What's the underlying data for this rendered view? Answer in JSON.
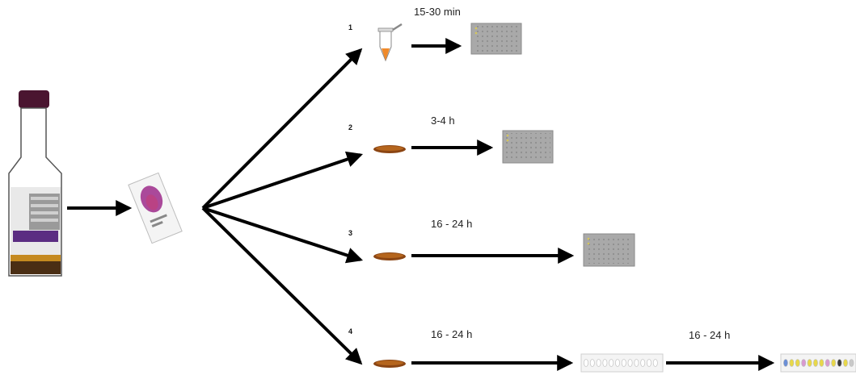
{
  "paths": [
    {
      "number": "1",
      "time": "15-30 min",
      "start": "tube",
      "end": "plate"
    },
    {
      "number": "2",
      "time": "3-4 h",
      "start": "dish",
      "end": "plate"
    },
    {
      "number": "3",
      "time": "16 - 24 h",
      "start": "dish",
      "end": "plate"
    },
    {
      "number": "4",
      "time": "16 - 24 h",
      "start": "dish",
      "end": "strip",
      "second_time": "16 - 24 h",
      "second_end": "colored-strip"
    }
  ],
  "colors": {
    "arrow": "#000000",
    "plate": "#a9a9a9",
    "dish": "#8b4513",
    "bottle_cap": "#4a1530",
    "slide_stain": "#9c2a8a",
    "tube_tip": "#f08a2a"
  },
  "colored_strip_wells": [
    "#6b8fd6",
    "#e8d84a",
    "#e8d84a",
    "#d99ad0",
    "#e8d84a",
    "#e8d84a",
    "#e8d84a",
    "#d99ad0",
    "#e8d84a",
    "#3a3a3a",
    "#e8d84a",
    "#c9c9c9"
  ]
}
